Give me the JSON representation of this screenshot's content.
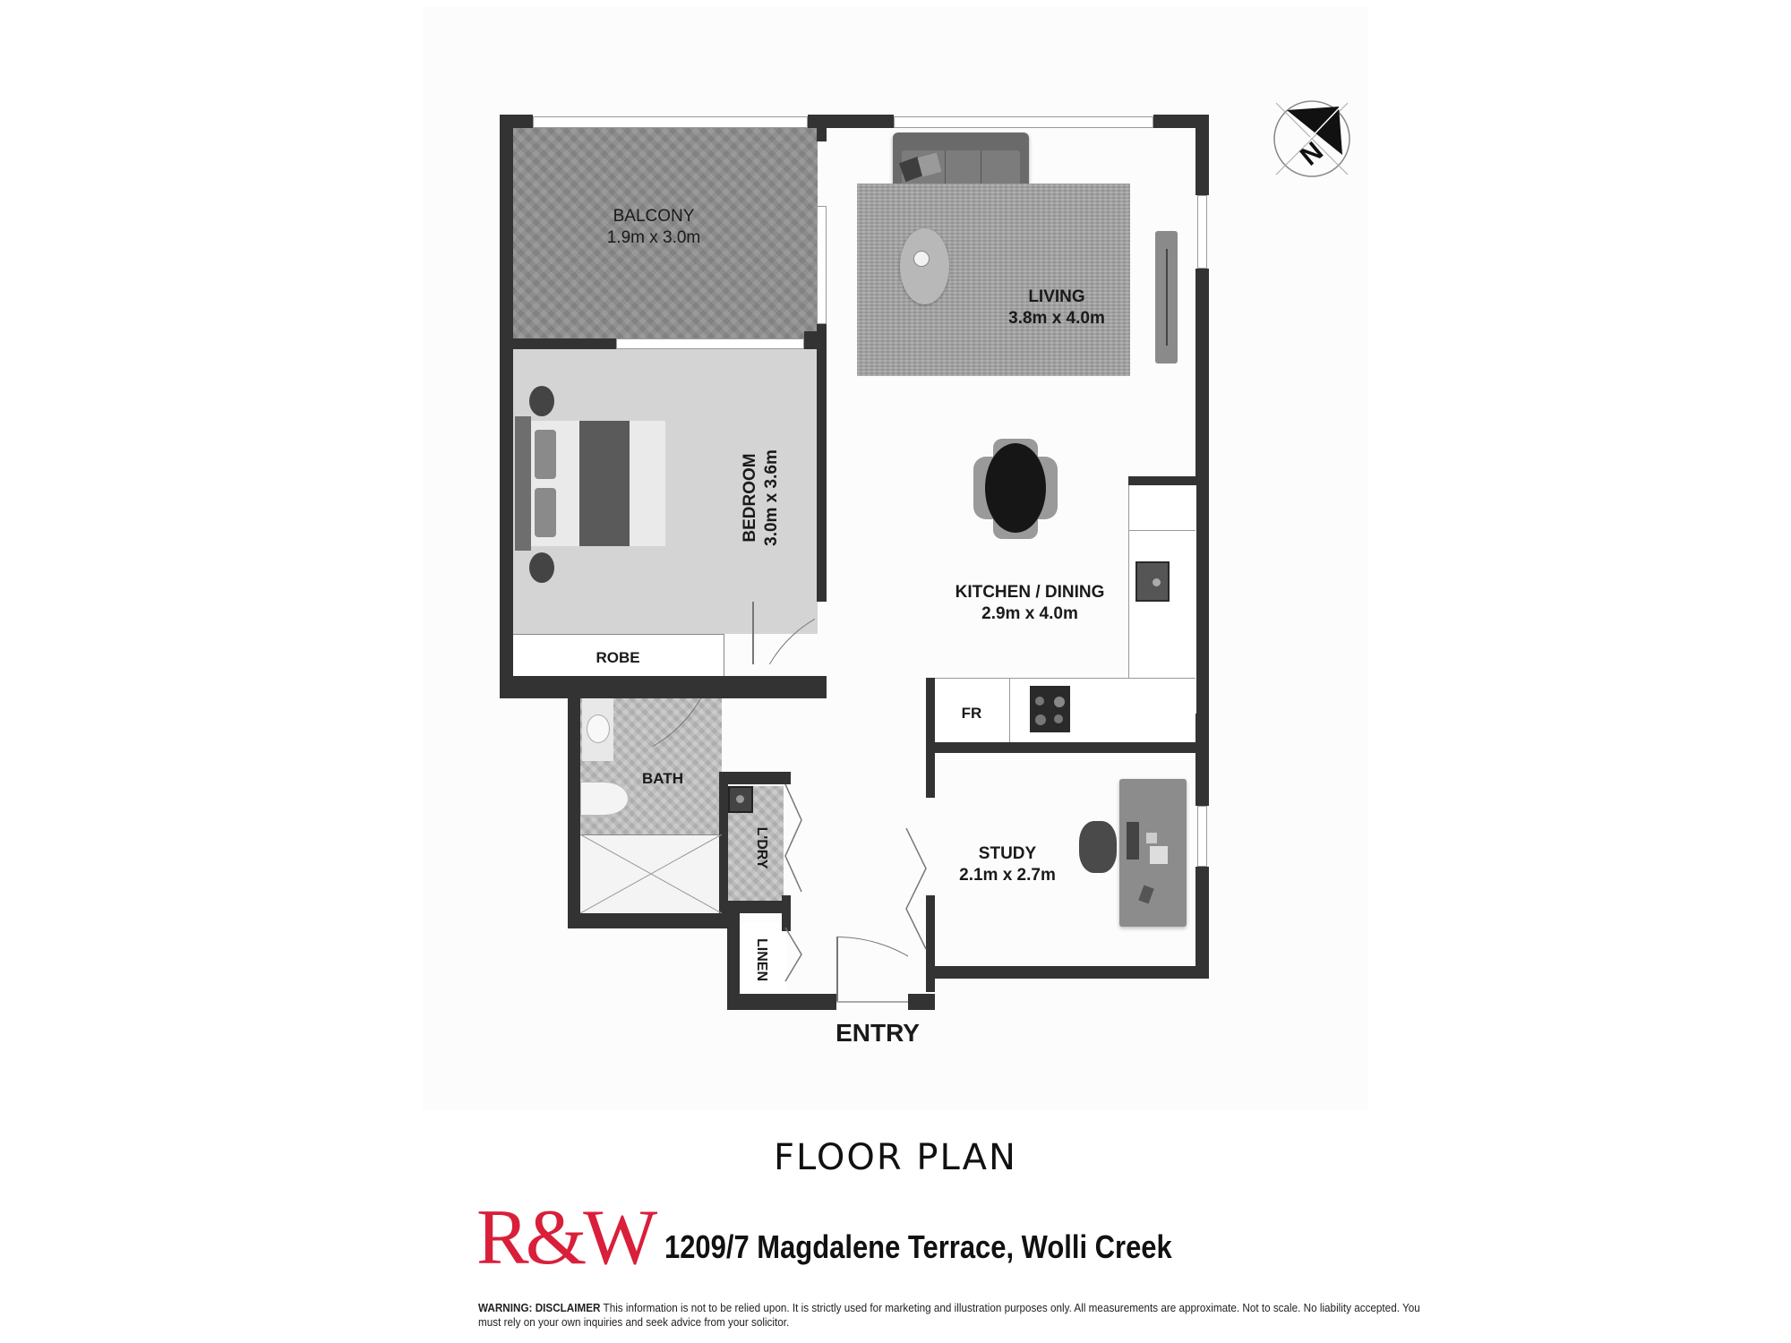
{
  "plan": {
    "rooms": [
      {
        "id": "balcony",
        "name": "BALCONY",
        "dims": "1.9m x 3.0m"
      },
      {
        "id": "living",
        "name": "LIVING",
        "dims": "3.8m x 4.0m"
      },
      {
        "id": "bedroom",
        "name": "BEDROOM",
        "dims": "3.0m x 3.6m"
      },
      {
        "id": "kitchen_dining",
        "name": "KITCHEN / DINING",
        "dims": "2.9m x 4.0m"
      },
      {
        "id": "robe",
        "name": "ROBE",
        "dims": ""
      },
      {
        "id": "fr",
        "name": "FR",
        "dims": ""
      },
      {
        "id": "bath",
        "name": "BATH",
        "dims": ""
      },
      {
        "id": "laundry",
        "name": "L'DRY",
        "dims": ""
      },
      {
        "id": "study",
        "name": "STUDY",
        "dims": "2.1m x 2.7m"
      },
      {
        "id": "linen",
        "name": "LINEN",
        "dims": ""
      }
    ],
    "entry_label": "ENTRY",
    "compass": {
      "icon": "north-arrow-icon",
      "letter": "N"
    }
  },
  "title": "FLOOR PLAN",
  "brand": {
    "logo_text": "R&W",
    "color": "#d91f3a"
  },
  "address": "1209/7 Magdalene  Terrace,  Wolli Creek",
  "disclaimer": {
    "label": "WARNING:  DISCLAIMER",
    "text": " This information is not to be relied upon.  It is strictly used for marketing and  illustration purposes only. All measurements are approximate.  Not to scale.  No liability accepted. You must rely on your own inquiries and seek advice from your solicitor."
  },
  "colors": {
    "wall": "#333333",
    "balcony": "#8e8e8e",
    "bedroom": "#d4d4d4",
    "plan_background": "#fcfcfc"
  }
}
